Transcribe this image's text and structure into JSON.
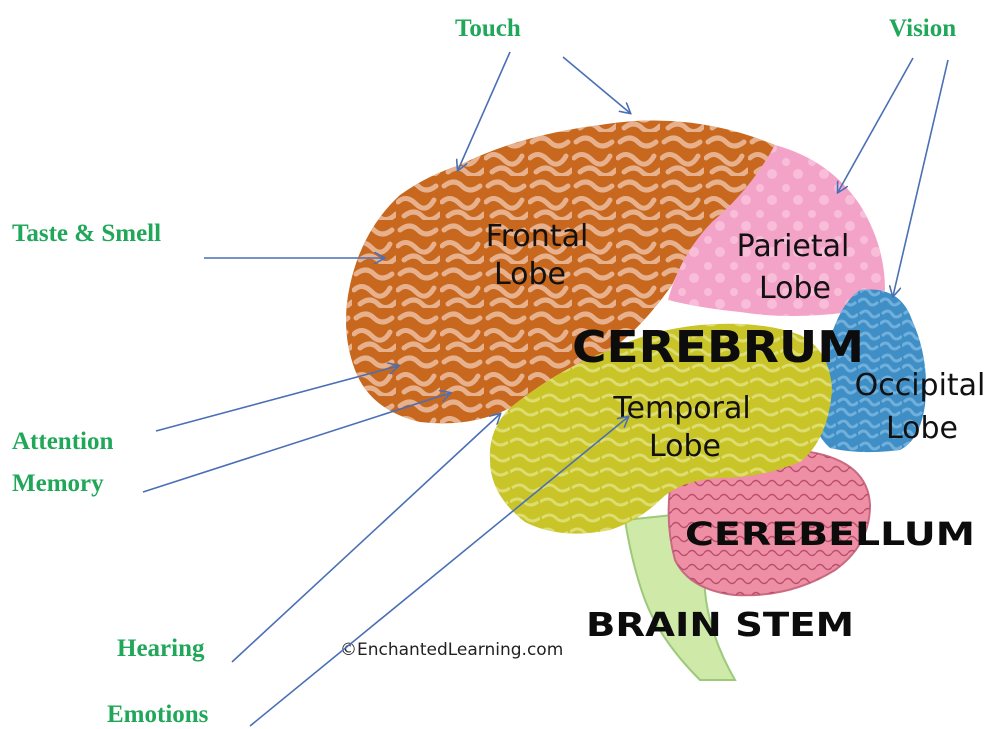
{
  "colors": {
    "function_text": "#20a75a",
    "arrow": "#4a6fb5",
    "frontal": "#c8671e",
    "frontal_fold": "#e8b690",
    "parietal": "#f4a3c8",
    "occipital": "#3f8fc6",
    "temporal": "#c9c428",
    "cerebellum": "#ee8fa6",
    "stem": "#cfe9a8"
  },
  "functions": {
    "touch": "Touch",
    "vision": "Vision",
    "taste_smell": "Taste & Smell",
    "attention": "Attention",
    "memory": "Memory",
    "hearing": "Hearing",
    "emotions": "Emotions"
  },
  "lobes": {
    "frontal": [
      "Frontal",
      "Lobe"
    ],
    "parietal": [
      "Parietal",
      "Lobe"
    ],
    "temporal": [
      "Temporal",
      "Lobe"
    ],
    "occipital": [
      "Occipital",
      "Lobe"
    ]
  },
  "regions": {
    "cerebrum": "CEREBRUM",
    "cerebellum": "CEREBELLUM",
    "brain_stem": "BRAIN STEM"
  },
  "credit": "©EnchantedLearning.com"
}
